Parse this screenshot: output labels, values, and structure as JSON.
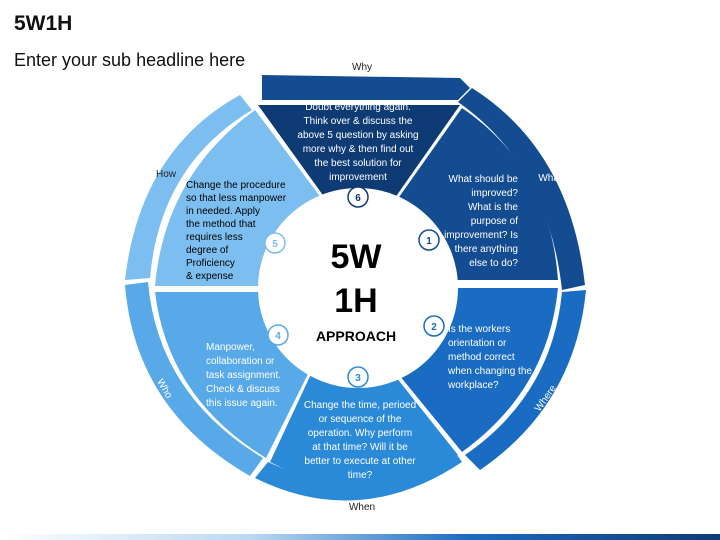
{
  "header": {
    "title": "5W1H",
    "subtitle": "Enter your sub headline here"
  },
  "center": {
    "line1": "5W",
    "line2": "1H",
    "line3": "APPROACH"
  },
  "colors": {
    "navy": "#0f3b75",
    "dark_blue": "#134c90",
    "blue": "#1a6bc2",
    "mid_blue": "#2b8ad8",
    "light_blue": "#58a9e8",
    "pale_blue": "#7cbef0",
    "ring_dark": "#123f7a"
  },
  "ring_labels": {
    "why": "Why",
    "what": "What",
    "where": "Where",
    "when": "When",
    "who": "Who",
    "how": "How"
  },
  "segments": [
    {
      "number": "1",
      "lines": [
        "What should be",
        "improved?",
        "What is the",
        "purpose of",
        "improvement? Is",
        "there anything",
        "else to do?"
      ]
    },
    {
      "number": "2",
      "lines": [
        "Is the workers",
        "orientation or",
        "method  correct",
        "when changing the",
        "workplace?"
      ]
    },
    {
      "number": "3",
      "lines": [
        "Change the time, perioed",
        "or sequence of  the",
        "operation. Why perform",
        "at that time? Will it be",
        "better to execute at other",
        "time?"
      ]
    },
    {
      "number": "4",
      "lines": [
        "Manpower,",
        "collaboration or",
        "task assignment.",
        "Check & discuss",
        "this issue again."
      ]
    },
    {
      "number": "5",
      "lines": [
        "Change the procedure",
        "so that less manpower",
        "in needed. Apply",
        " the method that",
        "requires less",
        "degree of",
        "Proficiency",
        " & expense"
      ]
    },
    {
      "number": "6",
      "lines": [
        "Doubt everything again.",
        "Think over & discuss the",
        "above 5 question by asking",
        "more why & then find out",
        "the best solution for",
        "improvement"
      ]
    }
  ]
}
